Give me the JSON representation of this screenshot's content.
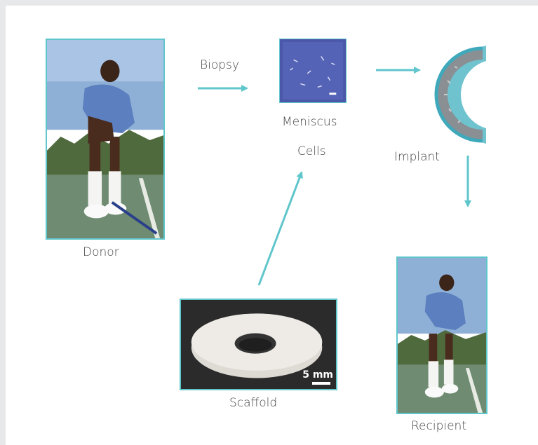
{
  "diagram": {
    "accent_color": "#5fc6cc",
    "labels": {
      "donor": "Donor",
      "biopsy": "Biopsy",
      "meniscus_line1": "Meniscus",
      "meniscus_line2": "Cells",
      "implant": "Implant",
      "scaffold": "Scaffold",
      "recipient": "Recipient"
    },
    "scale_bar_text": "5 mm",
    "nodes": [
      {
        "id": "donor",
        "image": "tennis-player-photo"
      },
      {
        "id": "meniscus-cells",
        "image": "cell-culture-micrograph"
      },
      {
        "id": "implant",
        "image": "meniscus-implant-render"
      },
      {
        "id": "scaffold",
        "image": "scaffold-photo"
      },
      {
        "id": "recipient",
        "image": "tennis-player-photo"
      }
    ],
    "edges": [
      {
        "from": "donor",
        "to": "meniscus-cells",
        "label": "Biopsy"
      },
      {
        "from": "meniscus-cells",
        "to": "implant"
      },
      {
        "from": "scaffold",
        "to": "meniscus-cells"
      },
      {
        "from": "implant",
        "to": "recipient"
      }
    ]
  }
}
